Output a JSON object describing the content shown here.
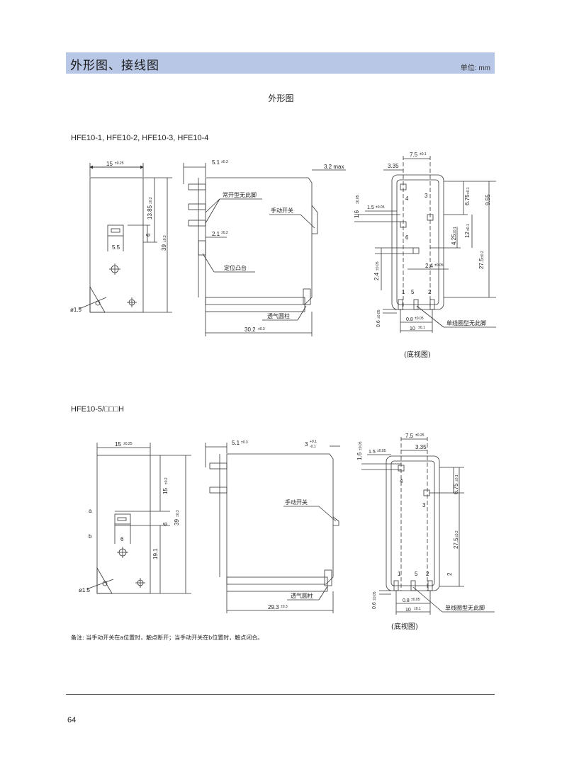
{
  "header": {
    "title": "外形图、接线图",
    "unit": "单位: mm"
  },
  "section_title": "外形图",
  "model1": {
    "name": "HFE10-1, HFE10-2, HFE10-3, HFE10-4",
    "front": {
      "width": "15",
      "width_tol": "±0.25",
      "h1": "13.85",
      "h1_tol": "±0.2",
      "d6": "6",
      "d55": "5.5",
      "h39": "39",
      "h39_tol": "±0.3",
      "hole": "ø1.5"
    },
    "side": {
      "d51": "5.1",
      "d51_tol": "±0.3",
      "d32": "3.2 max",
      "d21": "2.1",
      "d21_tol": "±0.2",
      "d302": "30.2",
      "d302_tol": "±0.3",
      "label_no_pin": "常开型无此脚",
      "label_switch": "手动开关",
      "label_boss": "定位凸台",
      "label_vent": "透气圆柱"
    },
    "bottom": {
      "d75": "7.5",
      "d75_tol": "±0.1",
      "d335": "3.35",
      "d16": "1.6",
      "d16_tol": "±0.05",
      "d15": "1.5",
      "d15_tol": "±0.05",
      "d955": "9.55",
      "d675": "6.75",
      "d675_tol": "±0.1",
      "d12": "12",
      "d12_tol": "±0.1",
      "d425": "4.25",
      "d425_tol": "±0.1",
      "d24a": "2.4",
      "d24a_tol": "±0.05",
      "d24b": "2.4",
      "d24b_tol": "±0.05",
      "d275": "27.5",
      "d275_tol": "±0.2",
      "d06": "0.6",
      "d06_tol": "±0.05",
      "d08": "0.8",
      "d08_tol": "±0.05",
      "d10": "10",
      "d10_tol": "±0.1",
      "pin1": "1",
      "pin2": "2",
      "pin3": "3",
      "pin4": "4",
      "pin5": "5",
      "pin6": "6",
      "label_single": "单线圈型无此脚"
    },
    "view_label": "(底视图)"
  },
  "model2": {
    "name": "HFE10-5/□□□H",
    "front": {
      "width": "15",
      "width_tol": "±0.25",
      "h15": "15",
      "h15_tol": "±0.2",
      "d6a": "6",
      "d6b": "6",
      "h39": "39",
      "h39_tol": "±0.3",
      "d191": "19.1",
      "a": "a",
      "b": "b",
      "hole": "ø1.5"
    },
    "side": {
      "d51": "5.1",
      "d51_tol": "±0.3",
      "d3": "3",
      "d3_tol_up": "+0.1",
      "d3_tol_dn": "-0.1",
      "d293": "29.3",
      "d293_tol": "±0.3",
      "label_switch": "手动开关",
      "label_vent": "透气圆柱"
    },
    "bottom": {
      "d75": "7.5",
      "d75_tol": "±0.25",
      "d335": "3.35",
      "d16": "1.6",
      "d16_tol": "±0.05",
      "d15": "1.5",
      "d15_tol": "±0.05",
      "d675": "6.75",
      "d675_tol": "±0.1",
      "d275": "27.5",
      "d275_tol": "±0.2",
      "d2": "2",
      "d06": "0.6",
      "d06_tol": "±0.05",
      "d08": "0.8",
      "d08_tol": "±0.05",
      "d10": "10",
      "d10_tol": "±0.1",
      "pin1": "1",
      "pin2": "2",
      "pin3": "3",
      "pin4": "4",
      "pin5": "5",
      "label_single": "单线圈型无此脚"
    },
    "view_label": "(底视图)"
  },
  "note": "备注: 当手动开关在a位置时，触点断开；当手动开关在b位置时，触点闭合。",
  "page_number": "64"
}
